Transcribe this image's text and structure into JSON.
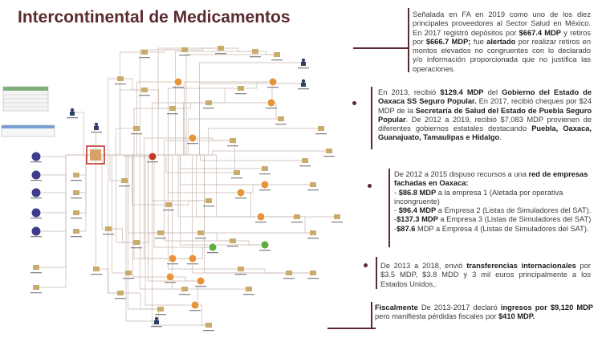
{
  "title": "Intercontinental de Medicamentos",
  "notes": [
    {
      "id": "n1",
      "parts": [
        {
          "t": "Señalada en FA en 2019 como uno de los diez principales proveedores al Sector Salud en México. En 2017 registró depósitos por ",
          "b": false
        },
        {
          "t": "$667.4 MDP",
          "b": true
        },
        {
          "t": " y retiros por ",
          "b": false
        },
        {
          "t": "$666.7 MDP;",
          "b": true
        },
        {
          "t": " fue ",
          "b": false
        },
        {
          "t": "alertado",
          "b": true
        },
        {
          "t": " por realizar retiros en montos elevados no congruentes con lo declarado y/o información proporcionada que no justifica las operaciones.",
          "b": false
        }
      ]
    },
    {
      "id": "n2",
      "parts": [
        {
          "t": "En 2013, recibió ",
          "b": false
        },
        {
          "t": "$129.4 MDP",
          "b": true
        },
        {
          "t": " del ",
          "b": false
        },
        {
          "t": "Gobierno del Estado de Oaxaca SS Seguro Popular.",
          "b": true
        },
        {
          "t": " En 2017, recibió cheques por $24 MDP de la ",
          "b": false
        },
        {
          "t": "Secretaría de Salud del Estado de Puebla Seguro Popular",
          "b": true
        },
        {
          "t": ". De 2012 a 2019, recibió $7,083 MDP provienen de diferentes gobiernos estatales destacando ",
          "b": false
        },
        {
          "t": "Puebla, Oaxaca, Guanajuato, Tamaulipas e Hidalgo",
          "b": true
        },
        {
          "t": ".",
          "b": false
        }
      ]
    },
    {
      "id": "n3",
      "parts": [
        {
          "t": "De 2012 a 2015 dispuso recursos a una ",
          "b": false
        },
        {
          "t": "red de empresas fachadas en Oaxaca:",
          "b": true
        },
        {
          "t": "\n- ",
          "b": false
        },
        {
          "t": "$86.8 MDP",
          "b": true
        },
        {
          "t": " a la empresa 1 (Aletada por operativa incongruente)\n- ",
          "b": false
        },
        {
          "t": "$96.4 MDP",
          "b": true
        },
        {
          "t": " a Empresa 2 (Listas de Simuladores del SAT).\n-",
          "b": false
        },
        {
          "t": "$137.3 MDP",
          "b": true
        },
        {
          "t": " a Empresa 3 (Listas de Simuladores del SAT)\n-",
          "b": false
        },
        {
          "t": "$87.6",
          "b": true
        },
        {
          "t": " MDP a Empresa 4 (Listas de Simuladores del SAT).",
          "b": false
        }
      ]
    },
    {
      "id": "n4",
      "parts": [
        {
          "t": "De 2013 a 2018, envió ",
          "b": false
        },
        {
          "t": "transferencias internacionales",
          "b": true
        },
        {
          "t": " por $3.5 MDP, $3.8 MDD y 3 mil euros principalmente a los Estados Unidos,.",
          "b": false
        }
      ]
    },
    {
      "id": "n5",
      "parts": [
        {
          "t": "Fiscalmente",
          "b": true
        },
        {
          "t": " De 2013-2017 declaró ",
          "b": false
        },
        {
          "t": "ingresos por $9,120 MDP",
          "b": true
        },
        {
          "t": " pero manifiesta pérdidas fiscales por ",
          "b": false
        },
        {
          "t": "$410 MDP.",
          "b": true
        }
      ]
    }
  ],
  "colors": {
    "title": "#5a2a2e",
    "bracket": "#5a2a2e",
    "node_orange": "#e8923a",
    "node_green": "#5cae3c",
    "node_purple": "#3e3a8c",
    "node_red": "#c0392b",
    "link": "#b9a9a0"
  }
}
